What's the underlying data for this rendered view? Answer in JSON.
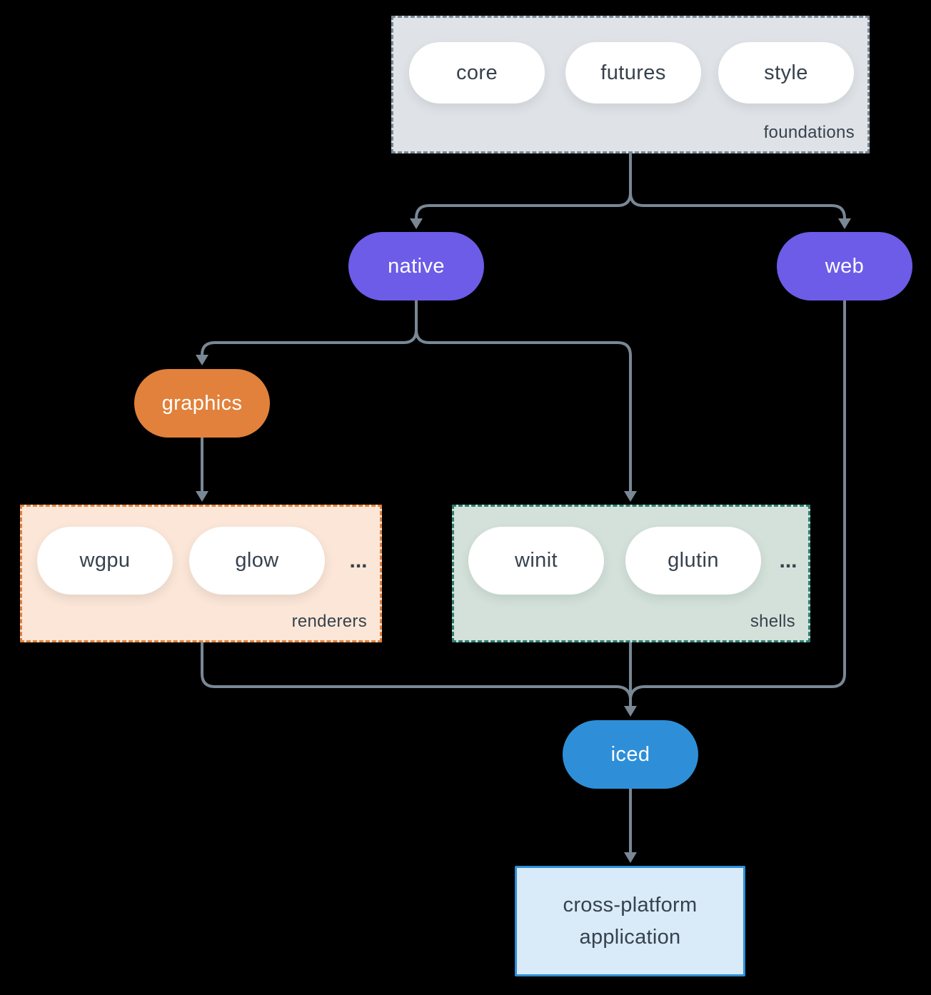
{
  "background": "#000000",
  "connector_color": "#7a8795",
  "text_color": "#36424d",
  "groups": {
    "foundations": {
      "label": "foundations",
      "fill": "#dfe3e7",
      "border_color": "#7a8795",
      "pills": [
        "core",
        "futures",
        "style"
      ]
    },
    "renderers": {
      "label": "renderers",
      "fill": "#fbe6d7",
      "border_color": "#e1813b",
      "pills": [
        "wgpu",
        "glow"
      ],
      "ellipsis": "..."
    },
    "shells": {
      "label": "shells",
      "fill": "#d3e1da",
      "border_color": "#2b7f6f",
      "pills": [
        "winit",
        "glutin"
      ],
      "ellipsis": "..."
    }
  },
  "nodes": {
    "native": {
      "label": "native",
      "fill": "#6c5ce8",
      "text": "#ffffff"
    },
    "web": {
      "label": "web",
      "fill": "#6c5ce8",
      "text": "#ffffff"
    },
    "graphics": {
      "label": "graphics",
      "fill": "#e1813b",
      "text": "#ffffff"
    },
    "iced": {
      "label": "iced",
      "fill": "#2e8fd8",
      "text": "#ffffff"
    },
    "application": {
      "lines": [
        "cross-platform",
        "application"
      ],
      "fill": "#d9eaf9",
      "border_color": "#2e8fd8"
    }
  },
  "edges": [
    "foundations -> native",
    "foundations -> web",
    "native -> graphics",
    "native -> shells",
    "graphics -> renderers",
    "renderers -> iced",
    "shells -> iced",
    "web -> iced",
    "iced -> application"
  ]
}
